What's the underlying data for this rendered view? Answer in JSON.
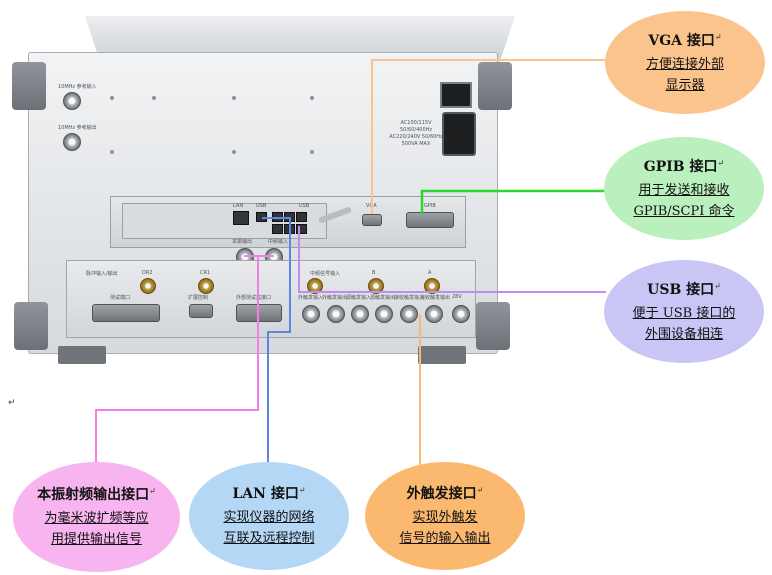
{
  "callouts": {
    "vga": {
      "title": "VGA 接口",
      "lines": [
        "方便连接外部",
        "显示器"
      ],
      "color": "#fcc48d",
      "line_color": "#f9c48e"
    },
    "gpib": {
      "title": "GPIB 接口",
      "lines": [
        "用于发送和接收",
        "GPIB/SCPI 命令"
      ],
      "color": "#b9f0bd",
      "line_color": "#2dd52d"
    },
    "usb": {
      "title": "USB 接口",
      "lines": [
        "便于 USB 接口的",
        "外围设备相连"
      ],
      "color": "#c9c5f5",
      "line_color": "#c48af3"
    },
    "rf_out": {
      "title": "本振射频输出接口",
      "lines": [
        "为毫米波扩频等应",
        "用提供输出信号"
      ],
      "color": "#f7b4ee",
      "line_color": "#f27fe5"
    },
    "lan": {
      "title": "LAN 接口",
      "lines": [
        "实现仪器的网络",
        "互联及远程控制"
      ],
      "color": "#b5d7f6",
      "line_color": "#5d87de"
    },
    "trigger": {
      "title": "外触发接口",
      "lines": [
        "实现外触发",
        "信号的输入输出"
      ],
      "color": "#fbb96f",
      "line_color": "#f4ba7a"
    }
  },
  "paragraph_mark": "↵",
  "panel_labels": {
    "ref_in": "10MHz 参考输入",
    "ref_out": "10MHz 参考输出",
    "spec": [
      "AC100/115V 50/60/400Hz",
      "AC220/240V 50/60Hz",
      "500VA MAX"
    ],
    "lan": "LAN",
    "usb": "USB",
    "vga": "VGA",
    "gpib": "GPIB",
    "lo_out": "本振输出",
    "if_in": "中频输入",
    "rf_in": "中频信号输入",
    "ext_trig": "外触发",
    "aux": "脉冲输入/输出",
    "dr2": "DR2",
    "cr1": "CR1",
    "b": "B",
    "a": "A",
    "test_port": "测试端口",
    "ext_control": "扩展控制",
    "ext_io": "外部测试集接口",
    "v28": "28V",
    "bnc_labels": [
      "外触发输入",
      "外触发输出",
      "源触发输入",
      "源触发输出",
      "接收触发输入",
      "接收触发输出"
    ]
  }
}
